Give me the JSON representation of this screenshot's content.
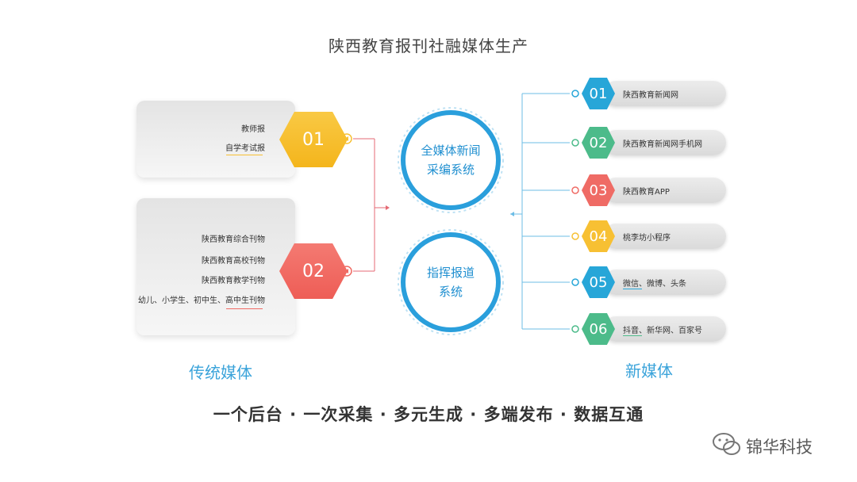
{
  "title": "陕西教育报刊社融媒体生产",
  "traditional": {
    "label": "传统媒体",
    "groups": [
      {
        "num": "01",
        "color": "#f7c033",
        "items": [
          "教师报",
          "自学考试报"
        ]
      },
      {
        "num": "02",
        "color": "#f06a63",
        "items": [
          "陕西教育综合刊物",
          "陕西教育高校刊物",
          "陕西教育教学刊物",
          "幼儿、小学生、初中生、高中生刊物"
        ]
      }
    ]
  },
  "systems": [
    {
      "line1": "全媒体新闻",
      "line2": "采编系统"
    },
    {
      "line1": "指挥报道",
      "line2": "系统"
    }
  ],
  "new_media": {
    "label": "新媒体",
    "items": [
      {
        "num": "01",
        "color": "#27a6d8",
        "text": "陕西教育新闻网"
      },
      {
        "num": "02",
        "color": "#4cbb8a",
        "text": "陕西教育新闻网手机网"
      },
      {
        "num": "03",
        "color": "#ef6b65",
        "text": "陕西教育APP"
      },
      {
        "num": "04",
        "color": "#f7c033",
        "text": "桃李坊小程序"
      },
      {
        "num": "05",
        "color": "#27a6d8",
        "text": "微信、微博、头条"
      },
      {
        "num": "06",
        "color": "#4cbb8a",
        "text": "抖音、新华网、百家号"
      }
    ]
  },
  "slogan": "一个后台 · 一次采集 · 多元生成 · 多端发布 · 数据互通",
  "watermark": "锦华科技"
}
